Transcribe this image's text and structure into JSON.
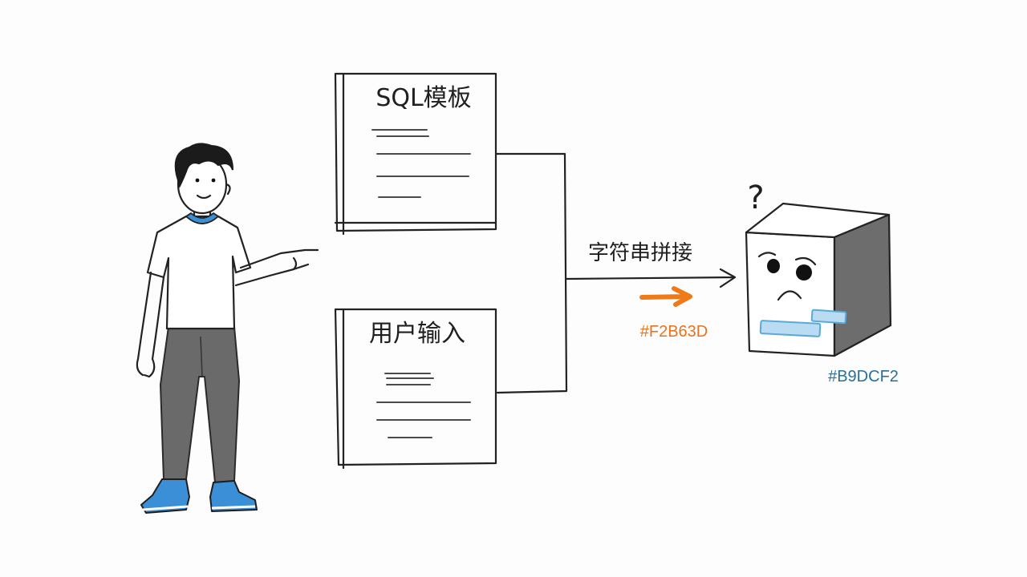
{
  "diagram": {
    "template_doc": {
      "title": "SQL模板"
    },
    "input_doc": {
      "title": "用户输入"
    },
    "concat_arrow": {
      "label": "字符串拼接"
    },
    "orange_swatch": {
      "label": "#F2B63D",
      "color": "#F2B63D"
    },
    "blue_swatch": {
      "label": "#B9DCF2",
      "color": "#B9DCF2"
    },
    "question_mark": "?",
    "person": {
      "shirt_collar_color": "#3a8fd6",
      "shoe_color": "#3a8fd6",
      "pants_color": "#6a6a6a"
    },
    "colors": {
      "orange_arrow": "#F07A1A",
      "orange_text": "#E8731C",
      "blue_text": "#2A6F97"
    }
  }
}
